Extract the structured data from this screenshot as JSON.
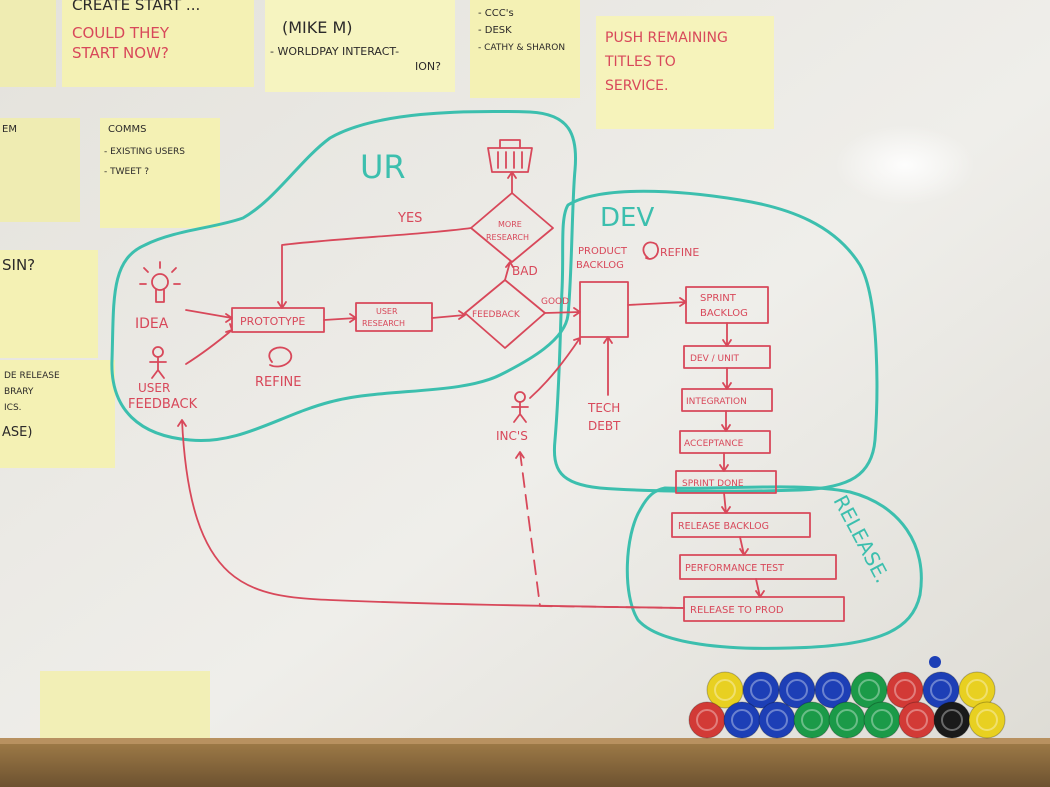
{
  "colors": {
    "whiteboard": "#eceae4",
    "sticky": "#f4f1b4",
    "marker_red": "#d8485a",
    "marker_teal": "#3cbfae",
    "ink": "#2c2a2a",
    "shelf": "#8a6a3c"
  },
  "stickies": {
    "s1_line1": "CREATE START ...",
    "s1_line2": "COULD THEY",
    "s1_line3": "START NOW?",
    "s2_line1": "(MIKE M)",
    "s2_line2": "- WORLDPAY INTERACT-",
    "s2_line3": "ION?",
    "s3_line1": "- CCC's",
    "s3_line2": "- DESK",
    "s3_line3": "- CATHY & SHARON",
    "s4_line1": "PUSH REMAINING",
    "s4_line2": "TITLES TO",
    "s4_line3": "SERVICE.",
    "s5_line1": "COMMS",
    "s5_line2": "- EXISTING USERS",
    "s5_line3": "- TWEET ?",
    "s6_line1": "SIN?",
    "s7_line1": "DE RELEASE",
    "s7_line2": "BRARY",
    "s7_line3": "ICS.",
    "s7_line4": "ASE)",
    "s8_frag": "EM"
  },
  "zones": {
    "ur": "UR",
    "dev": "DEV",
    "release": "RELEASE."
  },
  "ur_flow": {
    "idea": "IDEA",
    "user_feedback_1": "USER",
    "user_feedback_2": "FEEDBACK",
    "prototype": "PROTOTYPE",
    "refine": "REFINE",
    "user_research_1": "USER",
    "user_research_2": "RESEARCH",
    "feedback": "FEEDBACK",
    "more_research_1": "MORE",
    "more_research_2": "RESEARCH",
    "yes": "YES",
    "bad": "BAD",
    "good": "GOOD"
  },
  "dev_flow": {
    "product_backlog_1": "PRODUCT",
    "product_backlog_2": "BACKLOG",
    "refine": "REFINE",
    "tech_debt_1": "TECH",
    "tech_debt_2": "DEBT",
    "incs": "INC'S",
    "sprint_backlog_1": "SPRINT",
    "sprint_backlog_2": "BACKLOG",
    "dev_unit": "DEV / UNIT",
    "integration": "INTEGRATION",
    "acceptance": "ACCEPTANCE",
    "sprint_done": "SPRINT DONE"
  },
  "release_flow": {
    "release_backlog": "RELEASE BACKLOG",
    "performance_test": "PERFORMANCE TEST",
    "release_to_prod": "RELEASE TO PROD"
  },
  "magnets": {
    "top_row": [
      "#e8d021",
      "#1d3fb6",
      "#1d3fb6",
      "#1d3fb6",
      "#1b9a48",
      "#d23a36",
      "#1d3fb6",
      "#e8d021"
    ],
    "bottom_row": [
      "#d23a36",
      "#1d3fb6",
      "#1d3fb6",
      "#1b9a48",
      "#1b9a48",
      "#1b9a48",
      "#d23a36",
      "#1a1a1a",
      "#e8d021"
    ]
  }
}
